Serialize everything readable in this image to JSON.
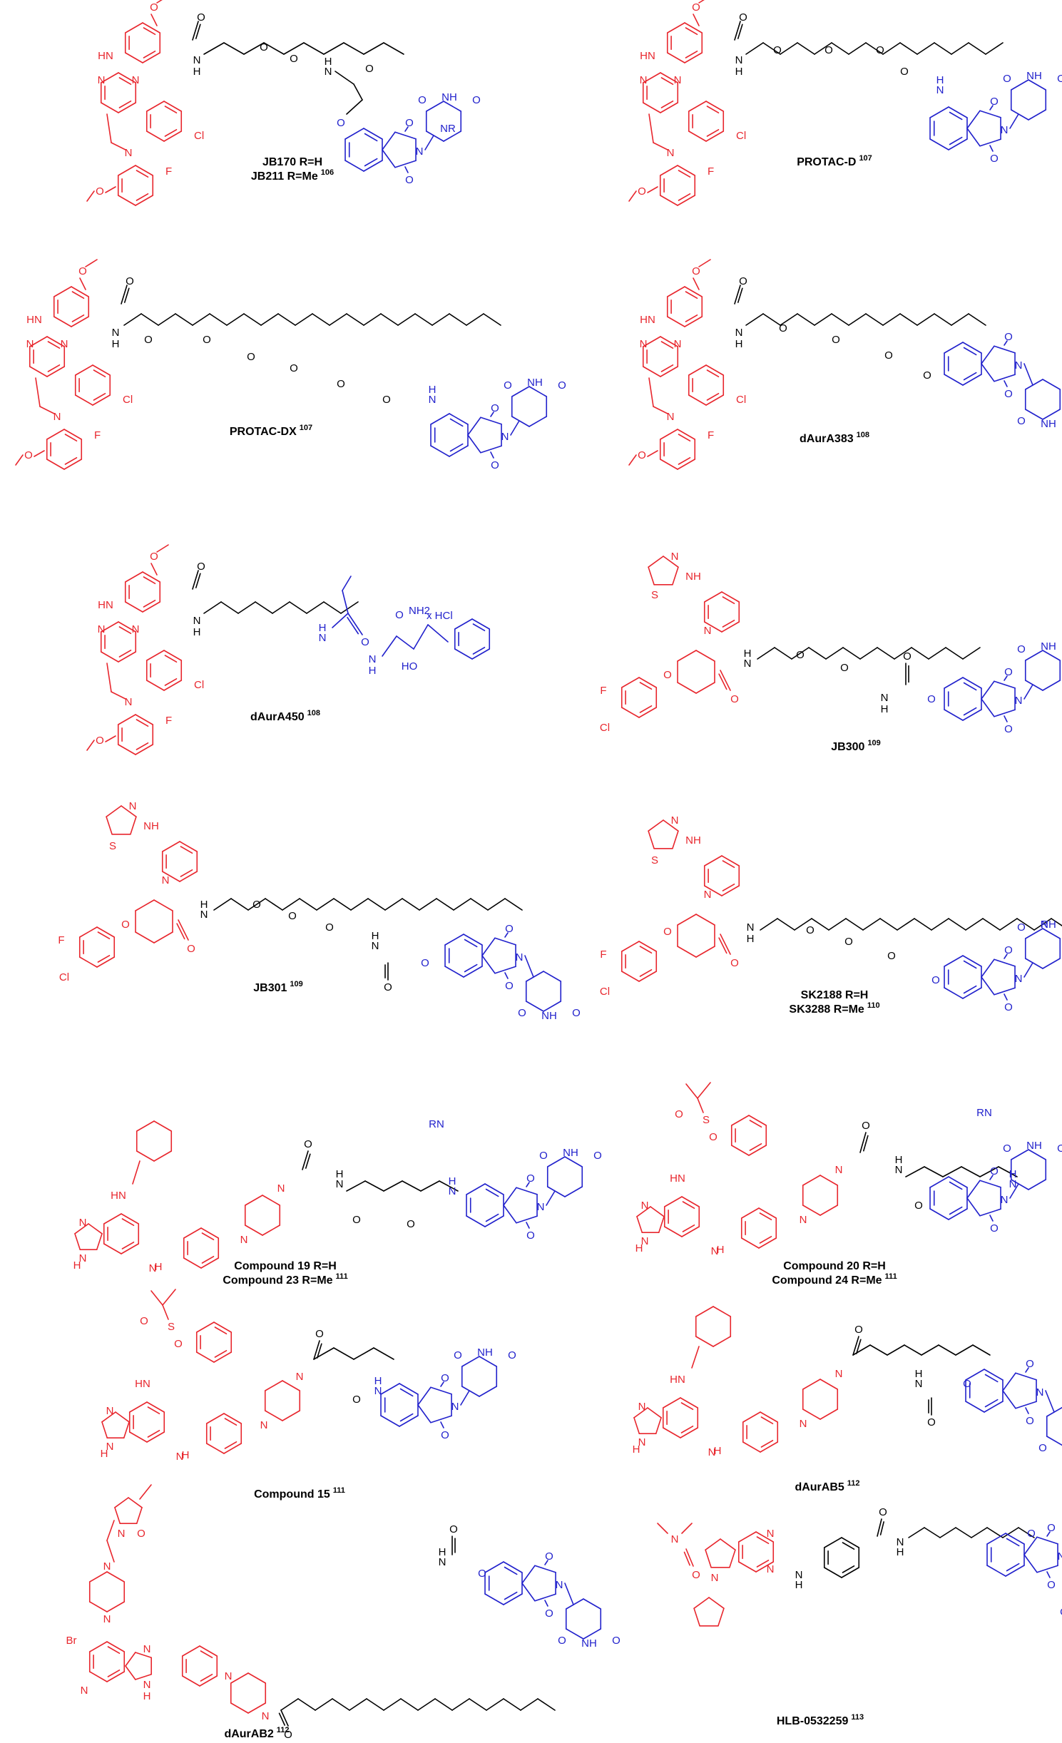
{
  "colors": {
    "warhead": "#e8262d",
    "ligase": "#2121cc",
    "linker": "#000000",
    "background": "#ffffff"
  },
  "compounds": [
    {
      "id": "c1",
      "lines": [
        {
          "text": "JB170 R=H",
          "ref": ""
        },
        {
          "text": "JB211 R=Me",
          "ref": "106"
        }
      ]
    },
    {
      "id": "c2",
      "lines": [
        {
          "text": "PROTAC-D",
          "ref": "107"
        }
      ]
    },
    {
      "id": "c3",
      "lines": [
        {
          "text": "PROTAC-DX",
          "ref": "107"
        }
      ]
    },
    {
      "id": "c4",
      "lines": [
        {
          "text": "dAurA383",
          "ref": "108"
        }
      ]
    },
    {
      "id": "c5",
      "lines": [
        {
          "text": "dAurA450",
          "ref": "108"
        }
      ],
      "salt": "x HCl"
    },
    {
      "id": "c6",
      "lines": [
        {
          "text": "JB300",
          "ref": "109"
        }
      ]
    },
    {
      "id": "c7",
      "lines": [
        {
          "text": "JB301",
          "ref": "109"
        }
      ]
    },
    {
      "id": "c8",
      "lines": [
        {
          "text": "SK2188 R=H",
          "ref": ""
        },
        {
          "text": "SK3288 R=Me",
          "ref": "110"
        }
      ]
    },
    {
      "id": "c9",
      "lines": [
        {
          "text": "Compound 19 R=H",
          "ref": ""
        },
        {
          "text": "Compound 23 R=Me",
          "ref": "111"
        }
      ]
    },
    {
      "id": "c10",
      "lines": [
        {
          "text": "Compound 20 R=H",
          "ref": ""
        },
        {
          "text": "Compound 24 R=Me",
          "ref": "111"
        }
      ]
    },
    {
      "id": "c11",
      "lines": [
        {
          "text": "Compound 15",
          "ref": "111"
        }
      ]
    },
    {
      "id": "c12",
      "lines": [
        {
          "text": "dAurAB5",
          "ref": "112"
        }
      ]
    },
    {
      "id": "c13",
      "lines": [
        {
          "text": "dAurAB2",
          "ref": "112"
        }
      ]
    },
    {
      "id": "c14",
      "lines": [
        {
          "text": "HLB-0532259",
          "ref": "113"
        }
      ]
    }
  ],
  "atoms": {
    "N": "N",
    "NH": "NH",
    "HN": "HN",
    "H": "H",
    "O": "O",
    "F": "F",
    "Cl": "Cl",
    "Br": "Br",
    "S": "S",
    "R": "R",
    "NR": "NR",
    "RN": "RN",
    "HO": "HO",
    "NH2": "NH2",
    "H2": "2"
  }
}
